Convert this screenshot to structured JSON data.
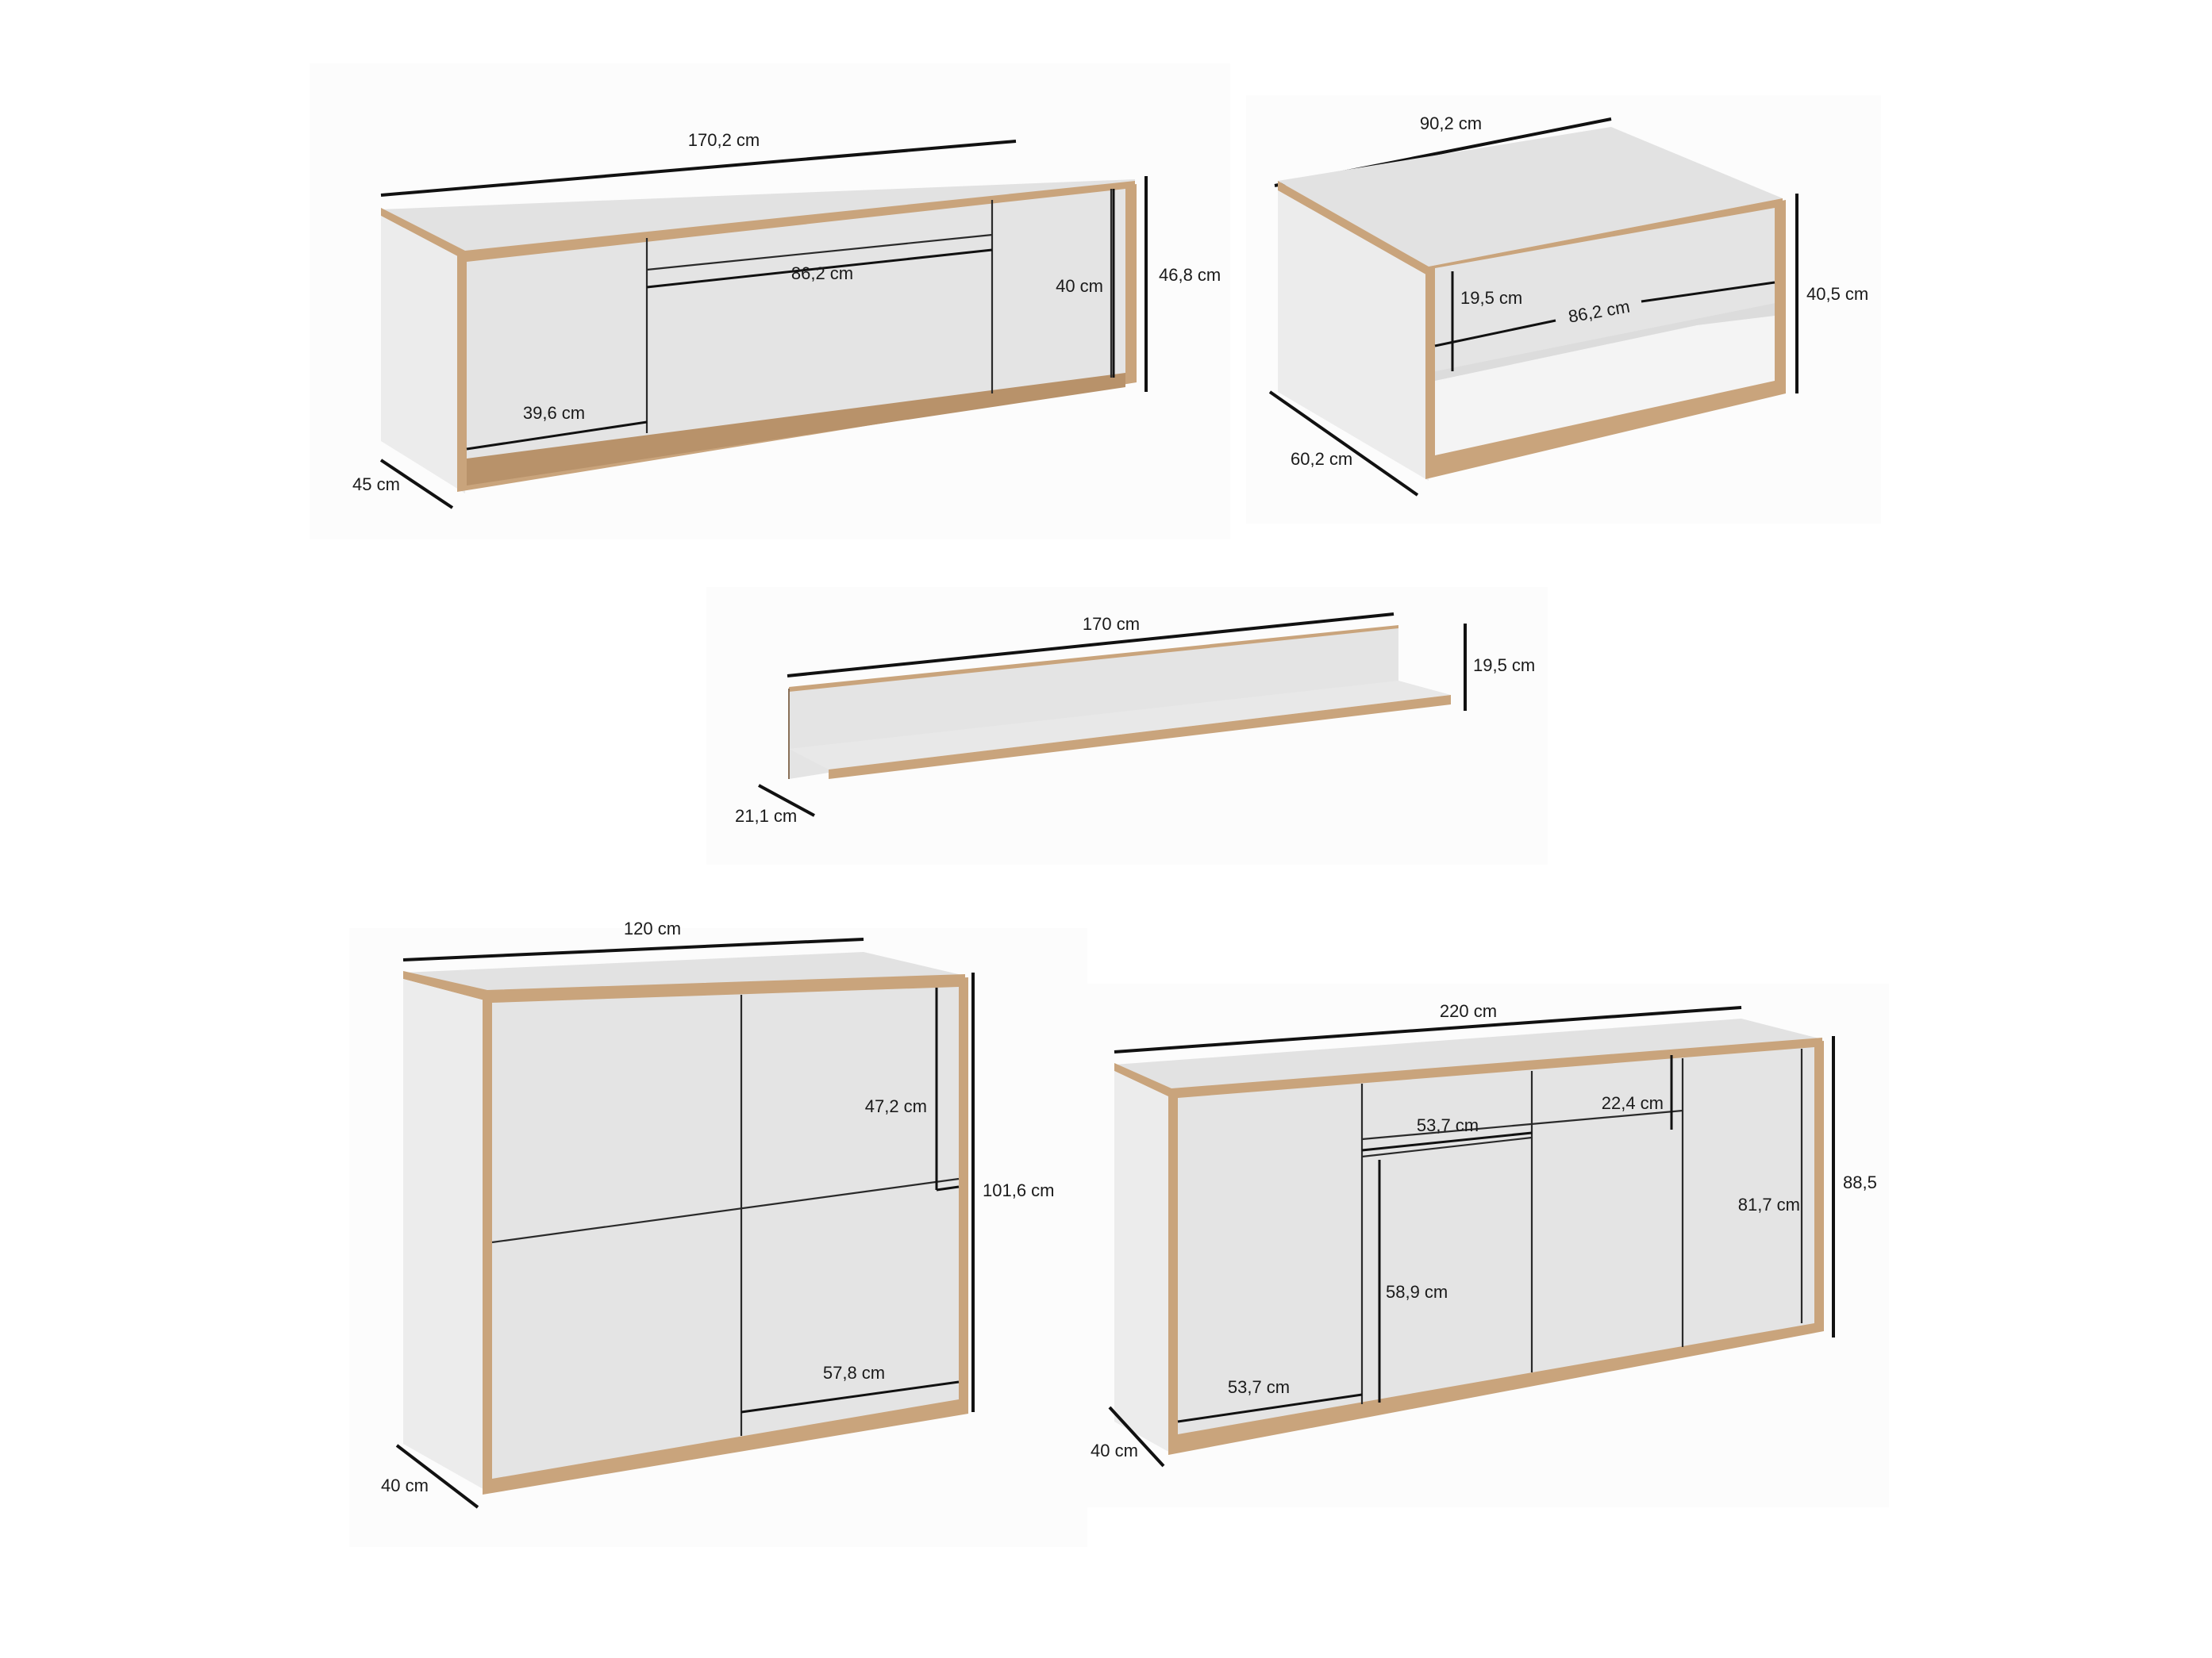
{
  "diagram": {
    "title": "",
    "type": "furniture dimension drawing",
    "colors": {
      "background": "#ffffff",
      "panel_white": "#e4e4e4",
      "wood_edge": "#c9a47c",
      "dimension_line": "#111111",
      "label_text": "#1a1a1a"
    },
    "items": [
      {
        "name": "tv-unit",
        "description": "Low TV cabinet with two side doors and central flap",
        "labels": {
          "width": "170,2 cm",
          "height": "46,8 cm",
          "depth": "45 cm",
          "center_flap_width": "86,2 cm",
          "right_door_height": "40 cm",
          "left_door_width": "39,6 cm"
        }
      },
      {
        "name": "coffee-table",
        "description": "Coffee table with one drawer and open shelf",
        "labels": {
          "width": "90,2 cm",
          "height": "40,5 cm",
          "depth": "60,2 cm",
          "drawer_height": "19,5 cm",
          "drawer_width": "86,2 cm"
        }
      },
      {
        "name": "wall-shelf",
        "description": "L-shaped wall shelf",
        "labels": {
          "width": "170 cm",
          "height": "19,5 cm",
          "depth": "21,1 cm"
        }
      },
      {
        "name": "four-door-cabinet",
        "description": "Square cabinet with four doors",
        "labels": {
          "width": "120 cm",
          "height": "101,6 cm",
          "depth": "40 cm",
          "door_height": "47,2 cm",
          "door_width": "57,8 cm"
        }
      },
      {
        "name": "sideboard",
        "description": "Sideboard with four doors and two drawers",
        "labels": {
          "width": "220 cm",
          "height": "88,5",
          "depth": "40 cm",
          "drawer_width": "53,7 cm",
          "drawer_height": "22,4 cm",
          "right_door_height": "81,7 cm",
          "center_door_height": "58,9 cm",
          "left_door_width": "53,7 cm"
        }
      }
    ]
  }
}
